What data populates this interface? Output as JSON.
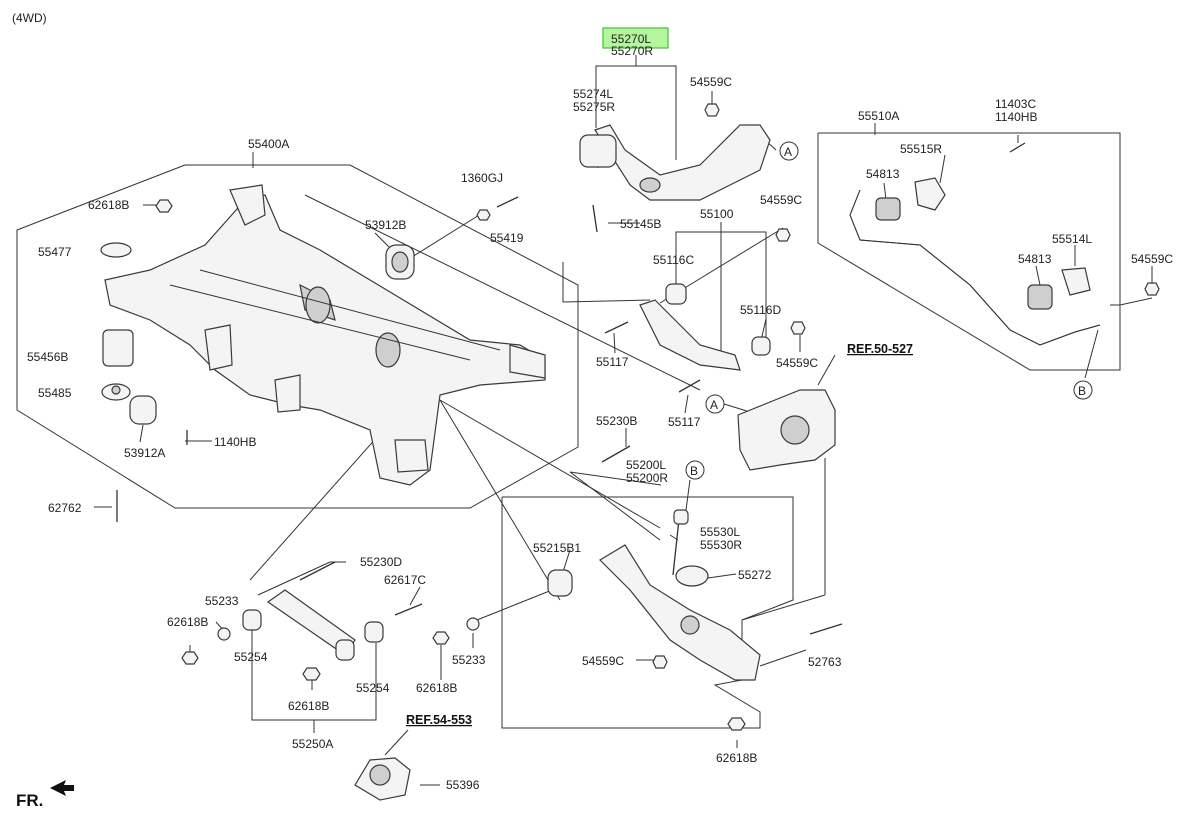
{
  "header": {
    "variant": "(4WD)",
    "direction": "FR."
  },
  "refs": {
    "ref_50_527": "REF.50-527",
    "ref_54_553": "REF.54-553"
  },
  "highlight": {
    "part": "55270L",
    "color": "#b6f5a0"
  },
  "callouts": {
    "a1": "A",
    "a2": "A",
    "b1": "B",
    "b2": "B"
  },
  "labels": {
    "p55270L": "55270L",
    "p55270R": "55270R",
    "p55274L": "55274L",
    "p55275R": "55275R",
    "p54559C_a": "54559C",
    "p55145B": "55145B",
    "p55400A": "55400A",
    "p62618B_a": "62618B",
    "p1360GJ": "1360GJ",
    "p53912B": "53912B",
    "p55419": "55419",
    "p55477": "55477",
    "p55456B": "55456B",
    "p55485": "55485",
    "p53912A": "53912A",
    "p1140HB_a": "1140HB",
    "p62762": "62762",
    "p55100": "55100",
    "p54559C_b": "54559C",
    "p55116C": "55116C",
    "p55116D": "55116D",
    "p55117_a": "55117",
    "p55117_b": "55117",
    "p54559C_c": "54559C",
    "p55510A": "55510A",
    "p11403C": "11403C",
    "p1140HB_b": "1140HB",
    "p55515R": "55515R",
    "p54813_a": "54813",
    "p55514L": "55514L",
    "p54813_b": "54813",
    "p54559C_d": "54559C",
    "p55230B": "55230B",
    "p55200L": "55200L",
    "p55200R": "55200R",
    "p55215B1": "55215B1",
    "p55530L": "55530L",
    "p55530R": "55530R",
    "p55272": "55272",
    "p54559C_e": "54559C",
    "p52763": "52763",
    "p62618B_b": "62618B",
    "p55230D": "55230D",
    "p62617C": "62617C",
    "p55233_a": "55233",
    "p62618B_c": "62618B",
    "p55254_a": "55254",
    "p55233_b": "55233",
    "p62618B_d": "62618B",
    "p55254_b": "55254",
    "p62618B_e": "62618B",
    "p55250A": "55250A",
    "p55396": "55396"
  }
}
